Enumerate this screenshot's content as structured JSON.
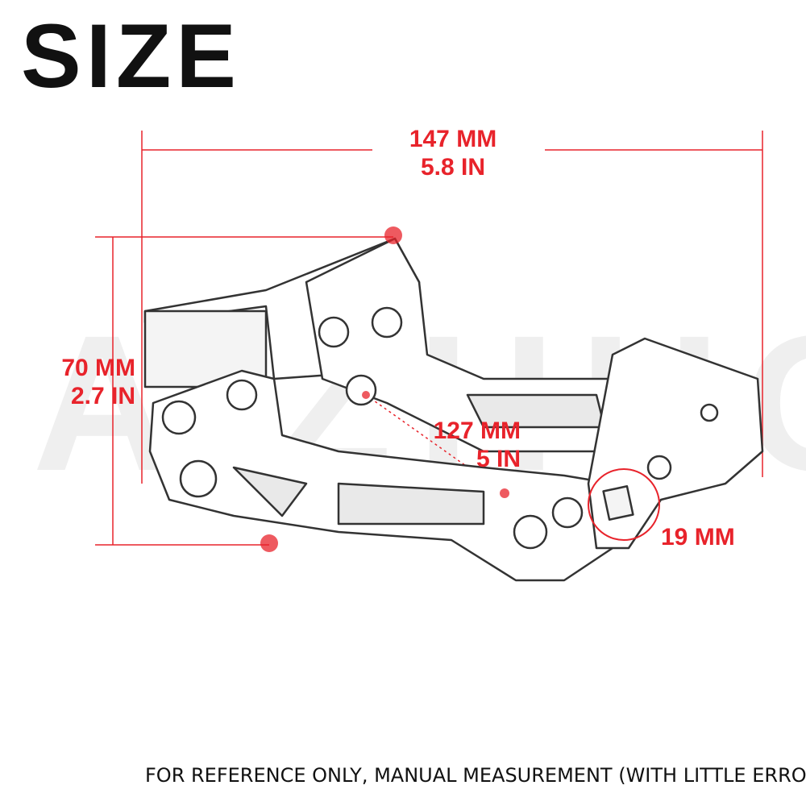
{
  "title": "SIZE",
  "watermark": "AIZHUO",
  "dimensions": {
    "width_mm": "147 MM",
    "width_in": "5.8 IN",
    "height_mm": "70 MM",
    "height_in": "2.7 IN",
    "diagonal_mm": "127 MM",
    "diagonal_in": "5 IN",
    "hole_mm": "19 MM"
  },
  "footer_note": "FOR REFERENCE ONLY, MANUAL MEASUREMENT (WITH LITTLE ERROR)",
  "colors": {
    "accent": "#e8232b",
    "line": "#e8232b",
    "outline": "#333333"
  }
}
